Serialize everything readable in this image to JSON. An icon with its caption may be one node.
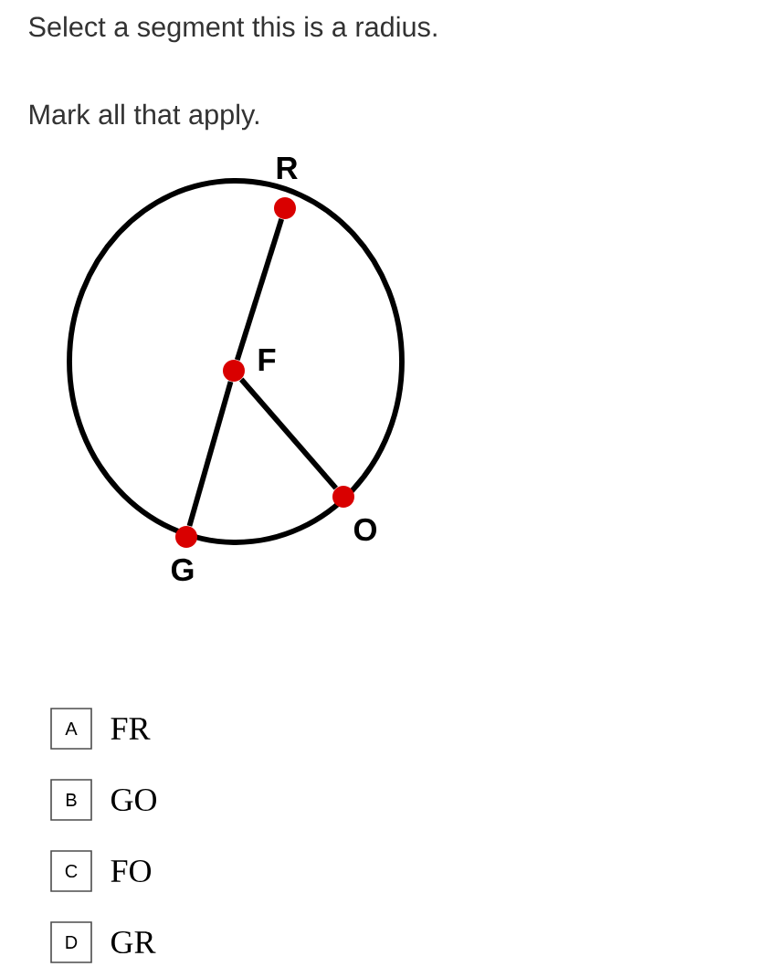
{
  "diagram": {
    "title": "Select a segment this is a radius.",
    "nodes": [
      {
        "text": [],
        "shape": "circle",
        "beside": [
          "R"
        ]
      },
      {
        "text": [],
        "shape": "circle",
        "beside": [
          "F"
        ]
      },
      {
        "text": [],
        "shape": "circle",
        "beside": [
          "G"
        ]
      },
      {
        "text": [],
        "shape": "circle",
        "beside": [
          "O"
        ]
      }
    ],
    "edges": [
      {
        "from": 0,
        "to": 1,
        "arrow": "none"
      },
      {
        "from": 1,
        "to": 2,
        "arrow": "none"
      },
      {
        "from": 1,
        "to": 3,
        "arrow": "none"
      }
    ],
    "labels": [
      "Mark all that apply.",
      "A",
      "FR",
      "B",
      "GO",
      "C",
      "FO",
      "D",
      "GR"
    ]
  }
}
